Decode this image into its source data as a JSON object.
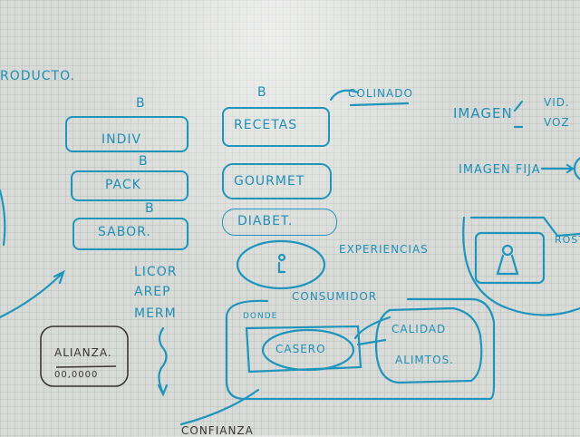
{
  "board": {
    "heading": "RODUCTO.",
    "product_column": {
      "marks": [
        "B",
        "B",
        "B"
      ],
      "items": [
        "INDIV",
        "PACK",
        "SABOR."
      ]
    },
    "recipe_column": {
      "mark": "B",
      "items": [
        "RECETAS",
        "GOURMET",
        "DIABET."
      ],
      "note": "COLINADO",
      "experiences": "EXPERIENCIAS"
    },
    "list": [
      "LICOR",
      "AREP",
      "MERM"
    ],
    "alliance": {
      "label": "ALIANZA.",
      "value": "00,0000"
    },
    "consumer": {
      "title": "CONSUMIDOR",
      "where": "DONDE",
      "center": "CASERO",
      "factors": [
        "CALIDAD",
        "ALIMTOS."
      ]
    },
    "trust": "CONFIANZA",
    "image": {
      "label": "IMAGEN",
      "options": [
        "VID.",
        "VOZ"
      ],
      "fixed": "IMAGEN FIJA",
      "face": "ROSTRO"
    }
  }
}
